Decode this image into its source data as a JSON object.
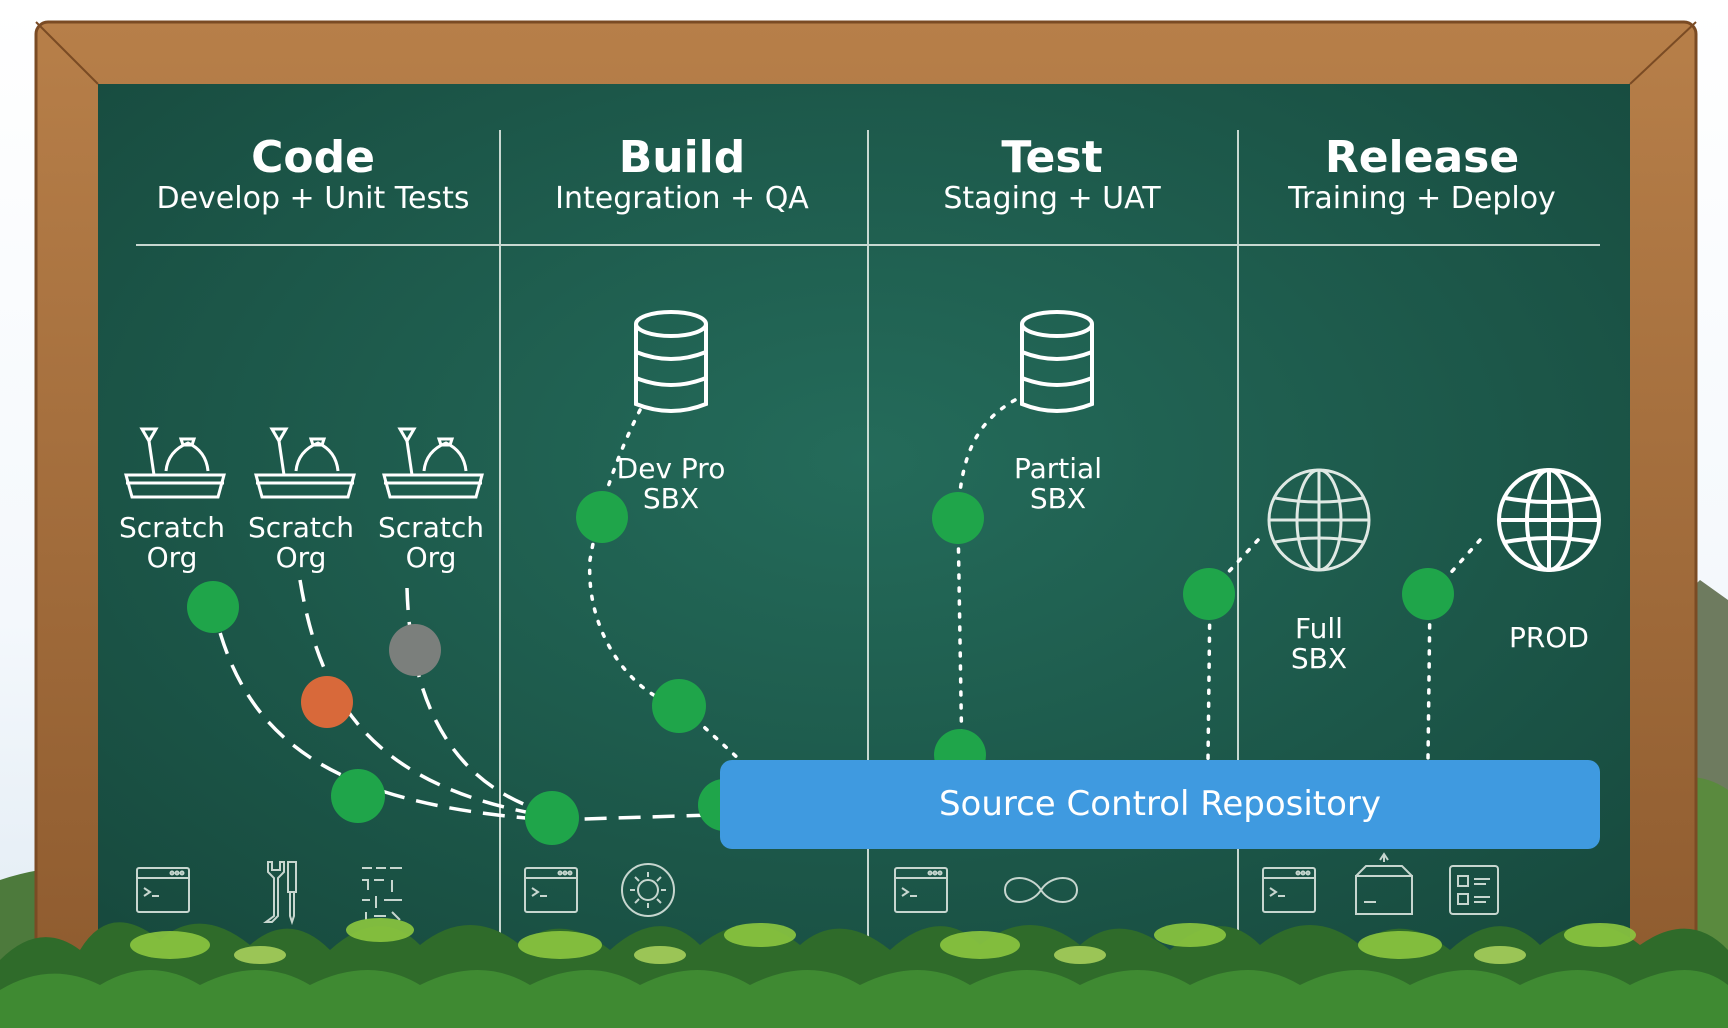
{
  "columns": [
    {
      "title": "Code",
      "subtitle": "Develop + Unit Tests"
    },
    {
      "title": "Build",
      "subtitle": "Integration + QA"
    },
    {
      "title": "Test",
      "subtitle": "Staging + UAT"
    },
    {
      "title": "Release",
      "subtitle": "Training + Deploy"
    }
  ],
  "environments": {
    "scratch_1": {
      "line1": "Scratch",
      "line2": "Org"
    },
    "scratch_2": {
      "line1": "Scratch",
      "line2": "Org"
    },
    "scratch_3": {
      "line1": "Scratch",
      "line2": "Org"
    },
    "dev_pro": {
      "line1": "Dev Pro",
      "line2": "SBX"
    },
    "partial": {
      "line1": "Partial",
      "line2": "SBX"
    },
    "full": {
      "line1": "Full",
      "line2": "SBX"
    },
    "prod": {
      "line1": "PROD"
    }
  },
  "repository": {
    "label": "Source Control Repository"
  },
  "tool_icons": {
    "code": [
      "terminal-icon",
      "wrench-screwdriver-icon",
      "binary-code-icon"
    ],
    "build": [
      "terminal-icon",
      "gear-cycle-icon"
    ],
    "test": [
      "terminal-icon",
      "infinity-icon"
    ],
    "release": [
      "terminal-icon",
      "package-icon",
      "checklist-icon"
    ]
  },
  "colors": {
    "board": "#1e5a4c",
    "frame": "#a8713e",
    "node_green": "#1fa54a",
    "node_orange": "#d8693a",
    "node_gray": "#7b7f7c",
    "repo_blue": "#3f9ae0"
  }
}
